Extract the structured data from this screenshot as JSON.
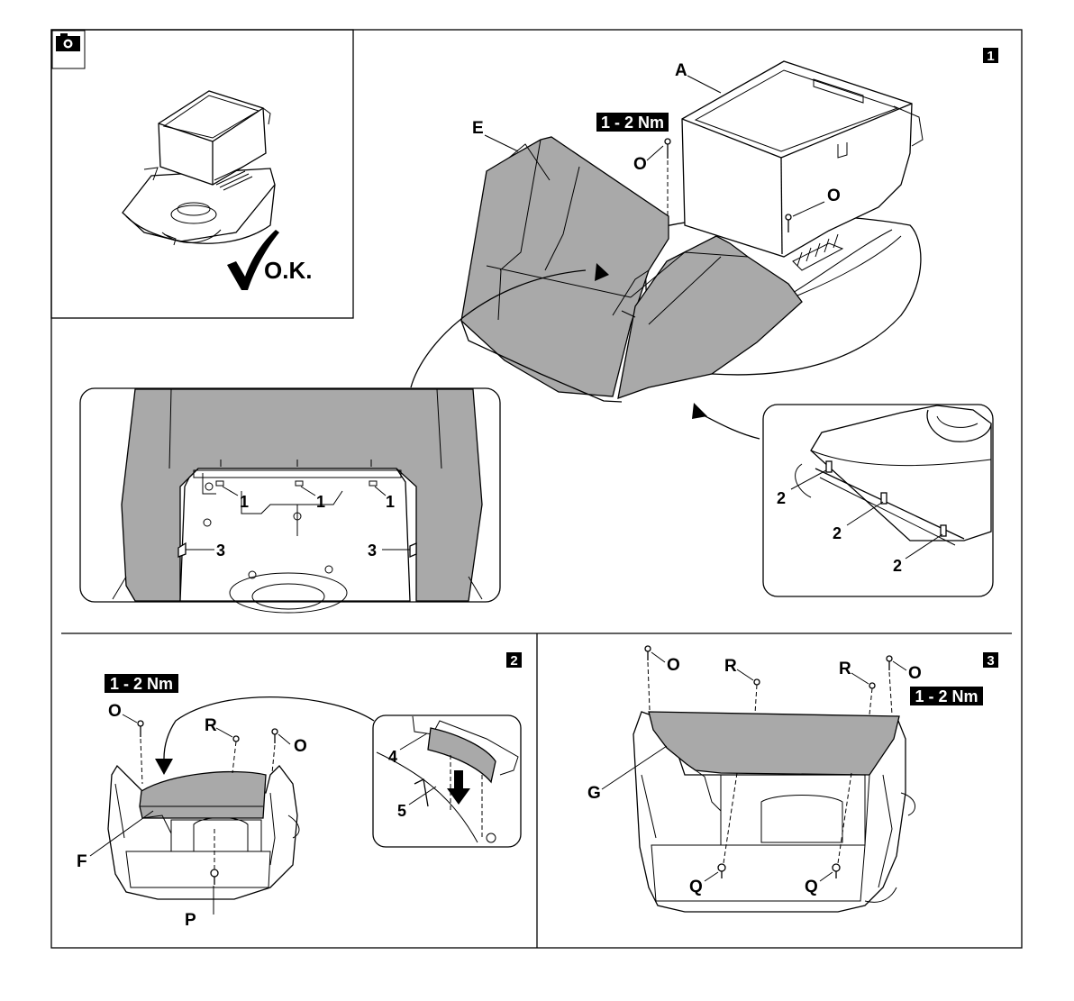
{
  "figure1": {
    "step_number": "1",
    "torque": "1 - 2 Nm",
    "ok_label": "O.K.",
    "labels": {
      "A": "A",
      "E": "E",
      "O1": "O",
      "O2": "O",
      "one_a": "1",
      "one_b": "1",
      "one_c": "1",
      "three_a": "3",
      "three_b": "3",
      "two_a": "2",
      "two_b": "2",
      "two_c": "2"
    }
  },
  "figure2": {
    "step_number": "2",
    "torque": "1 - 2 Nm",
    "labels": {
      "O1": "O",
      "O2": "O",
      "R": "R",
      "F": "F",
      "P": "P",
      "four": "4",
      "five": "5"
    }
  },
  "figure3": {
    "step_number": "3",
    "torque": "1 - 2 Nm",
    "labels": {
      "O1": "O",
      "O2": "O",
      "R1": "R",
      "R2": "R",
      "G": "G",
      "Q1": "Q",
      "Q2": "Q"
    }
  },
  "icons": {
    "camera": "camera-icon",
    "check": "check-icon",
    "arrow": "arrow-icon"
  }
}
